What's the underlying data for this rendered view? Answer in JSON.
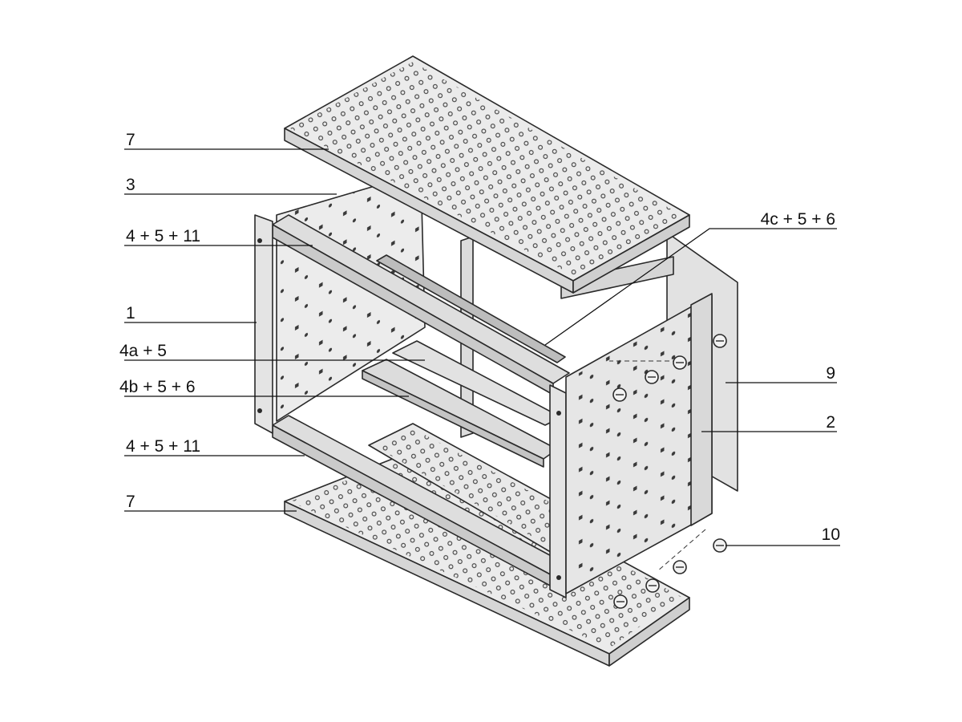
{
  "colors": {
    "panel": "#e6e6e6",
    "panel_light": "#efefef",
    "panel_dark": "#d2d2d2",
    "edge": "#2a2a2a",
    "hole": "#3a3a3a"
  },
  "callouts": {
    "top_cover": "7",
    "side_rail": "3",
    "upper_front_rail": "4 + 5 + 11",
    "front_frame": "1",
    "mid_rail_a": "4a + 5",
    "mid_rail_b": "4b + 5 + 6",
    "lower_front_rail": "4 + 5 + 11",
    "bottom_cover": "7",
    "rear_rail": "4c + 5 + 6",
    "rear_panel": "9",
    "side_panel": "2",
    "screw": "10"
  }
}
